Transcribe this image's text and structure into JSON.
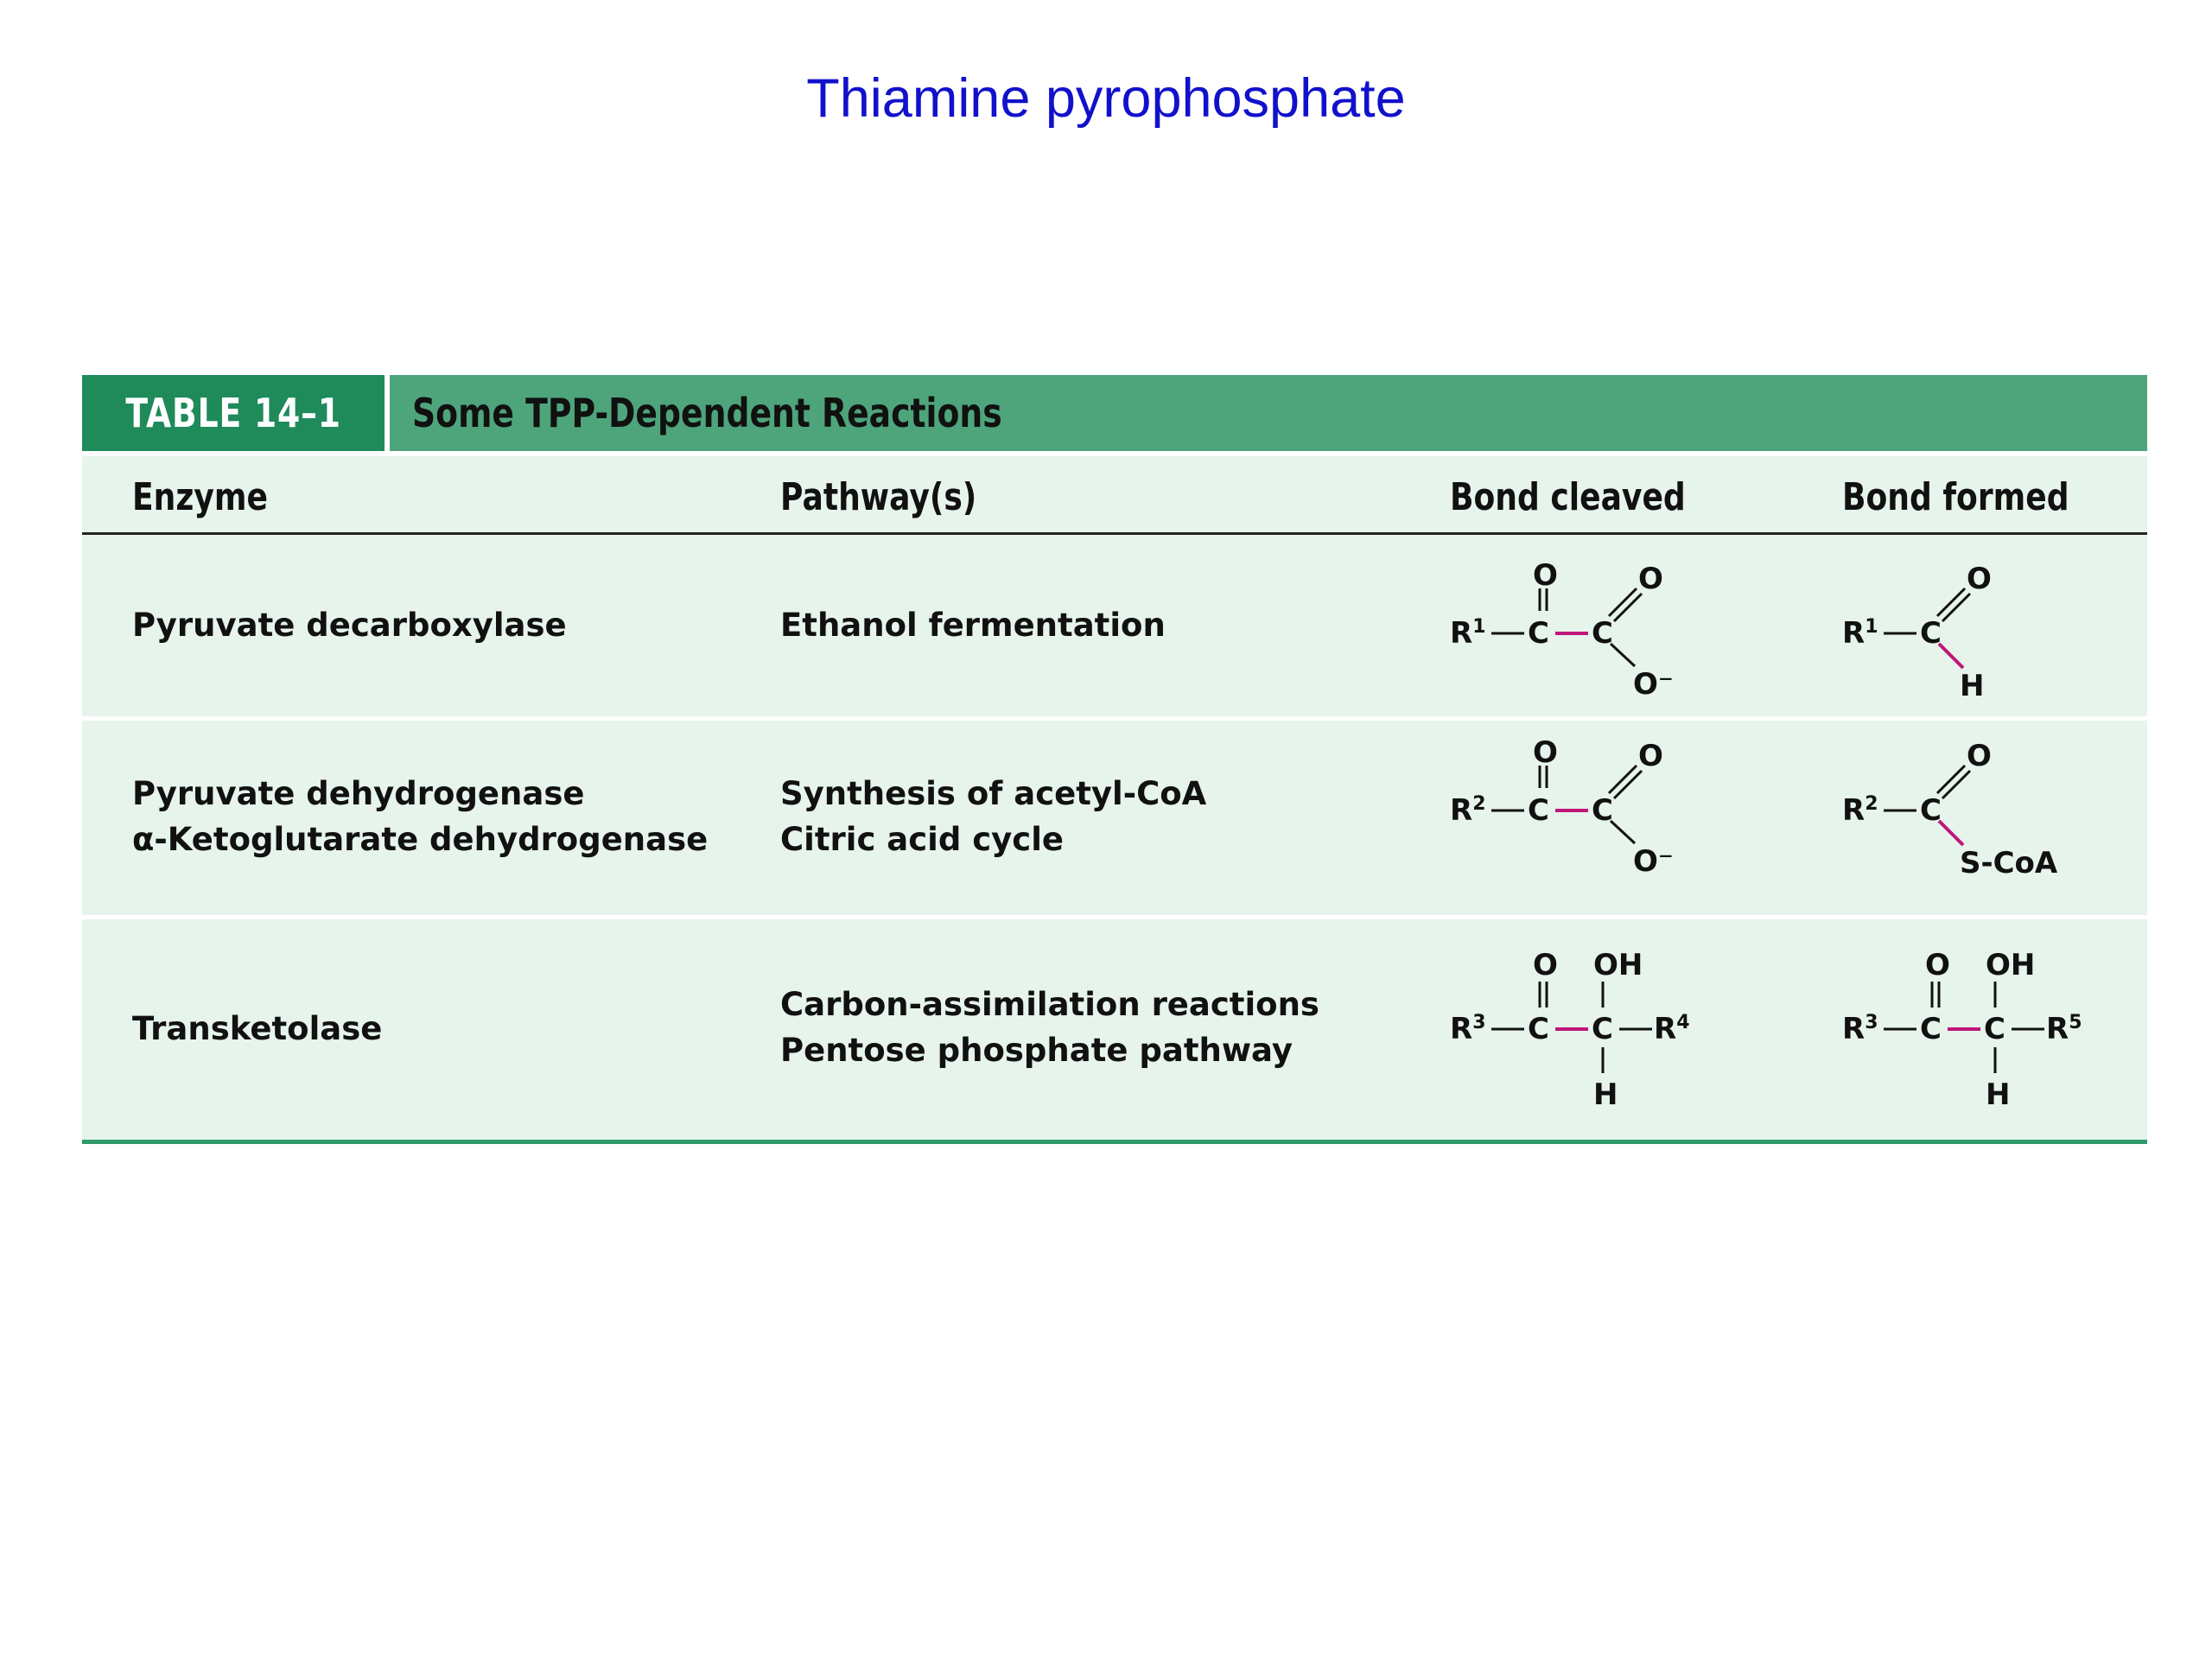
{
  "slide": {
    "title": "Thiamine pyrophosphate"
  },
  "table": {
    "label": "TABLE 14–1",
    "caption": "Some TPP-Dependent Reactions",
    "headers": [
      "Enzyme",
      "Pathway(s)",
      "Bond cleaved",
      "Bond formed"
    ],
    "rows": [
      {
        "enzymes": [
          "Pyruvate decarboxylase"
        ],
        "pathways": [
          "Ethanol fermentation"
        ],
        "cleaved": {
          "r": "R",
          "r_sup": "1",
          "atoms": [
            "O",
            "C",
            "C",
            "O",
            "O⁻"
          ]
        },
        "formed": {
          "r": "R",
          "r_sup": "1",
          "atoms": [
            "C",
            "O",
            "H"
          ]
        }
      },
      {
        "enzymes": [
          "Pyruvate dehydrogenase",
          "α-Ketoglutarate dehydrogenase"
        ],
        "pathways": [
          "Synthesis of acetyl-CoA",
          "Citric acid cycle"
        ],
        "cleaved": {
          "r": "R",
          "r_sup": "2",
          "atoms": [
            "O",
            "C",
            "C",
            "O",
            "O⁻"
          ]
        },
        "formed": {
          "r": "R",
          "r_sup": "2",
          "atoms": [
            "C",
            "O",
            "S-CoA"
          ]
        }
      },
      {
        "enzymes": [
          "Transketolase"
        ],
        "pathways": [
          "Carbon-assimilation reactions",
          "Pentose phosphate pathway"
        ],
        "cleaved": {
          "r": "R",
          "r_sup": "3",
          "atoms": [
            "O",
            "OH",
            "C",
            "C",
            "H"
          ],
          "r2": "R",
          "r2_sup": "4"
        },
        "formed": {
          "r": "R",
          "r_sup": "3",
          "atoms": [
            "O",
            "OH",
            "C",
            "C",
            "H"
          ],
          "r2": "R",
          "r2_sup": "5"
        }
      }
    ]
  },
  "colors": {
    "title": "#1111cc",
    "label_bg": "#1f8a5a",
    "caption_bg": "#4ea57b",
    "row_bg": "#e6f4ec",
    "bond_highlight": "#c0167a"
  }
}
